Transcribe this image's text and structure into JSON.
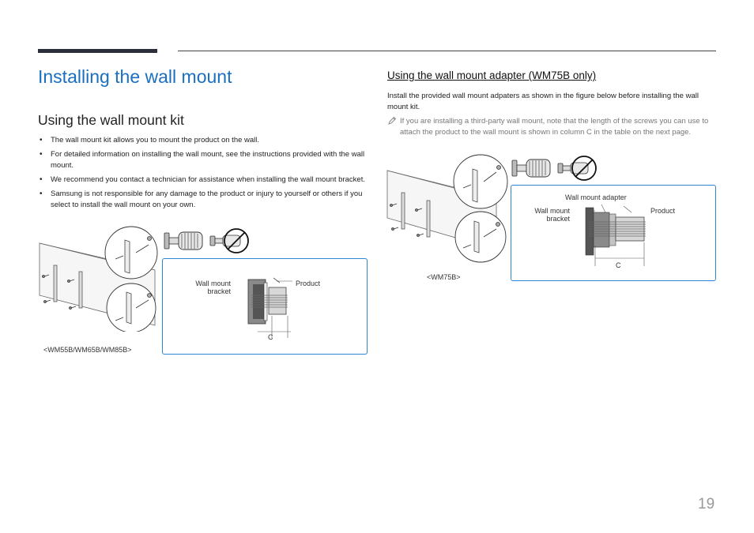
{
  "page": {
    "title": "Installing the wall mount",
    "page_number": "19"
  },
  "left": {
    "heading": "Using the wall mount kit",
    "bullets": [
      "The wall mount kit allows you to mount the product on the wall.",
      "For detailed information on installing the wall mount, see the instructions provided with the wall mount.",
      "We recommend you contact a technician for assistance when installing the wall mount bracket.",
      "Samsung is not responsible for any damage to the product or injury to yourself or others if you select to install the wall mount on your own."
    ],
    "figure": {
      "label_bracket_line1": "Wall mount",
      "label_bracket_line2": "bracket",
      "label_product": "Product",
      "label_c": "C",
      "caption": "<WM55B/WM65B/WM85B>"
    }
  },
  "right": {
    "heading": "Using the wall mount adapter (WM75B only)",
    "paragraph": "Install the provided wall mount adpaters as shown in the figure below before installing the wall mount kit.",
    "note": "If you are installing a third-party wall mount, note that the length of the screws you can use to attach the product to the wall mount is shown in column C in the table on the next page.",
    "figure": {
      "label_adapter": "Wall mount adapter",
      "label_bracket_line1": "Wall mount",
      "label_bracket_line2": "bracket",
      "label_product": "Product",
      "label_c": "C",
      "caption": "<WM75B>"
    }
  },
  "icons": {
    "note": "pencil-icon"
  },
  "colors": {
    "title": "#1b6fc0",
    "callout_border": "#2e86d1",
    "rule": "#2b2f3a"
  }
}
